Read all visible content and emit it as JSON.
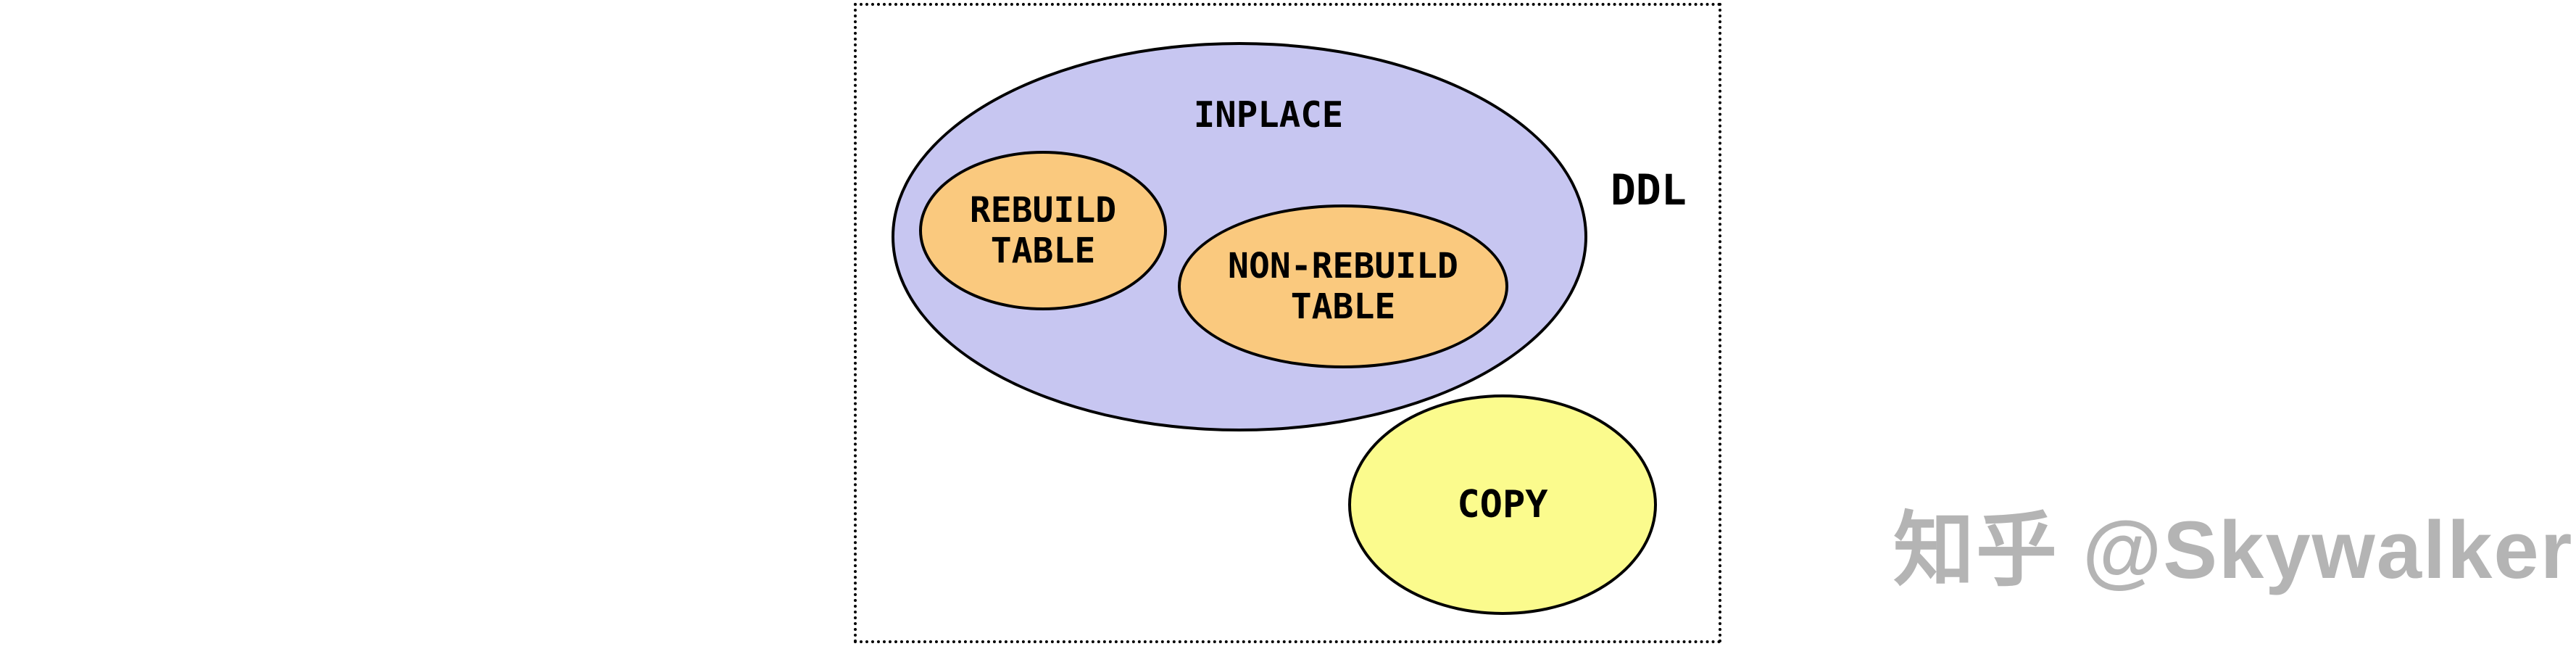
{
  "diagram": {
    "title_region": "DDL",
    "boundary": {
      "label": "DDL",
      "border_style": "dotted",
      "border_color": "#000000"
    },
    "sets": {
      "inplace": {
        "label": "INPLACE",
        "fill": "#c7c6f1",
        "stroke": "#000000",
        "contains": [
          "REBUILD TABLE",
          "NON-REBUILD TABLE"
        ]
      },
      "rebuild": {
        "label": "REBUILD TABLE",
        "lines": [
          "REBUILD",
          "TABLE"
        ],
        "fill": "#fac97e",
        "stroke": "#000000"
      },
      "nonrebuild": {
        "label": "NON-REBUILD TABLE",
        "lines": [
          "NON-REBUILD",
          "TABLE"
        ],
        "fill": "#fac97e",
        "stroke": "#000000"
      },
      "copy": {
        "label": "COPY",
        "fill": "#fbfb8d",
        "stroke": "#000000"
      }
    },
    "watermark": {
      "text": "知乎 @Skywalker",
      "color": "#b4b4b4"
    },
    "background": "#ffffff"
  }
}
